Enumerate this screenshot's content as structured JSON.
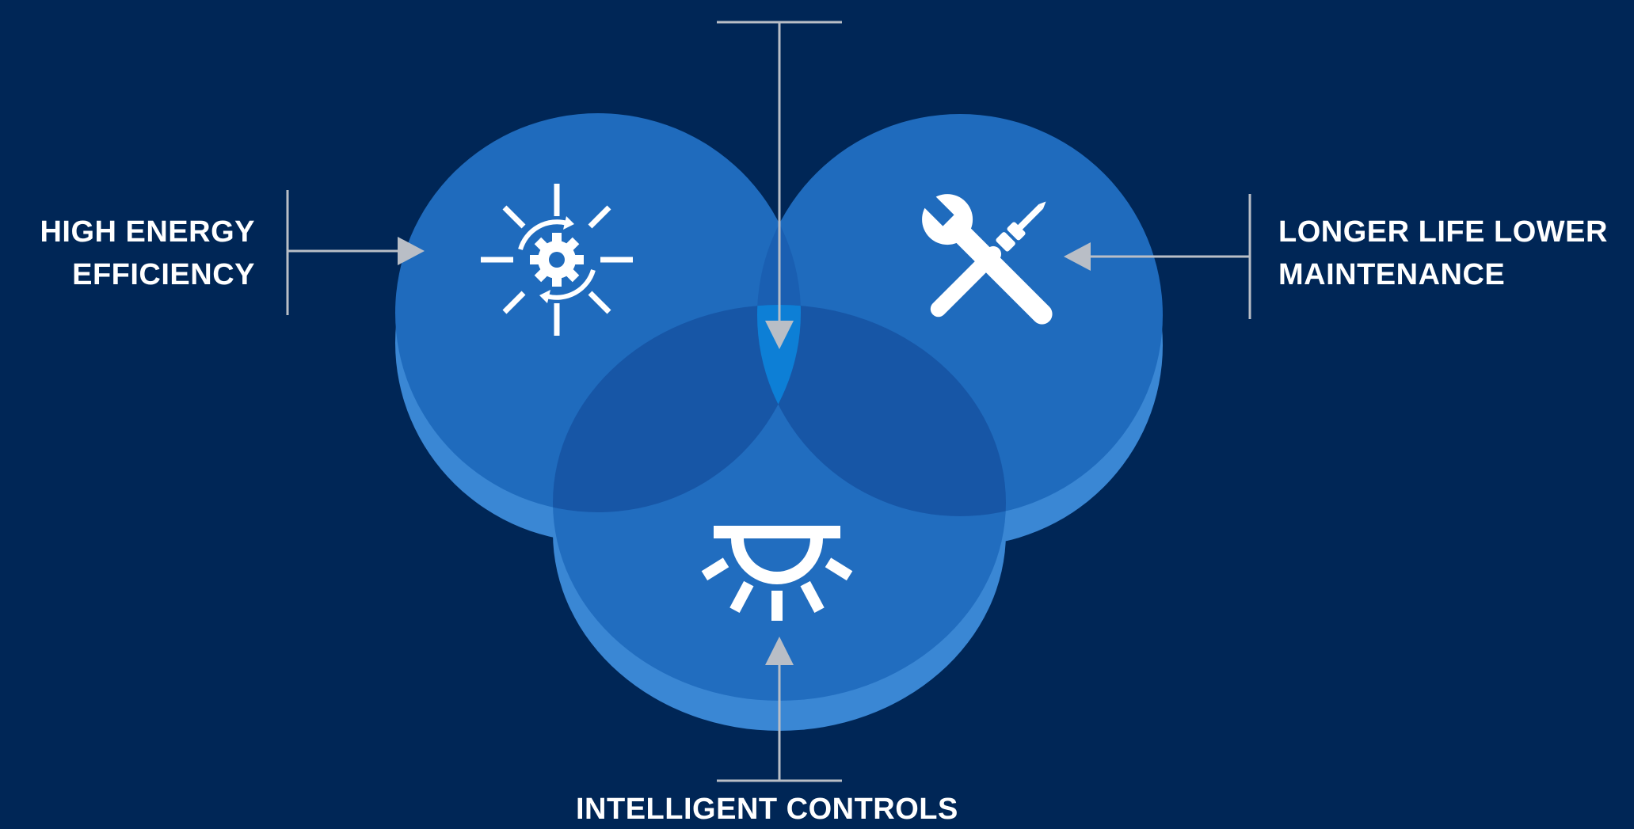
{
  "colors": {
    "background": "#002656",
    "circle_top": "#1f6bbd",
    "circle_side": "#3a87d4",
    "overlap": "#1756a6",
    "center": "#0d7fd6",
    "arrow": "#b9bec6",
    "icon": "#ffffff",
    "text": "#ffffff"
  },
  "labels": {
    "left": [
      "HIGH ENERGY",
      "EFFICIENCY"
    ],
    "right": [
      "LONGER LIFE LOWER",
      "MAINTENANCE"
    ],
    "bottom": "INTELLIGENT CONTROLS"
  },
  "icons": {
    "left": "gear-sun-icon",
    "right": "wrench-screwdriver-icon",
    "bottom": "light-fixture-icon"
  }
}
